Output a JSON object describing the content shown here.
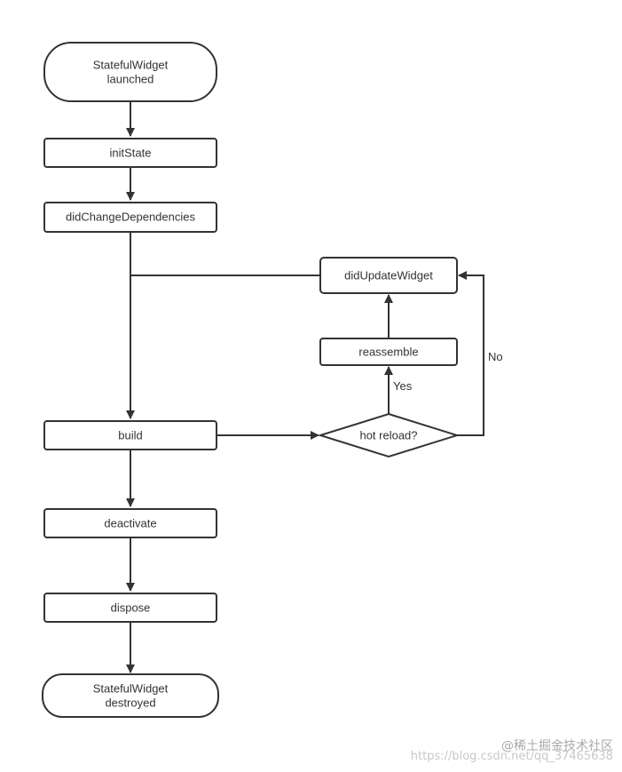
{
  "diagram": {
    "nodes": {
      "launched": {
        "lines": [
          "StatefulWidget",
          "launched"
        ]
      },
      "initState": {
        "lines": [
          "initState"
        ]
      },
      "didChangeDependencies": {
        "lines": [
          "didChangeDependencies"
        ]
      },
      "didUpdateWidget": {
        "lines": [
          "didUpdateWidget"
        ]
      },
      "reassemble": {
        "lines": [
          "reassemble"
        ]
      },
      "build": {
        "lines": [
          "build"
        ]
      },
      "hotReload": {
        "lines": [
          "hot reload?"
        ]
      },
      "deactivate": {
        "lines": [
          "deactivate"
        ]
      },
      "dispose": {
        "lines": [
          "dispose"
        ]
      },
      "destroyed": {
        "lines": [
          "StatefulWidget",
          "destroyed"
        ]
      }
    },
    "edge_labels": {
      "yes": "Yes",
      "no": "No"
    },
    "colors": {
      "stroke": "#333333",
      "text": "#333333",
      "fill": "#ffffff"
    }
  },
  "watermark": {
    "site": "@稀土掘金技术社区",
    "url": "https://blog.csdn.net/qq_37465638"
  }
}
